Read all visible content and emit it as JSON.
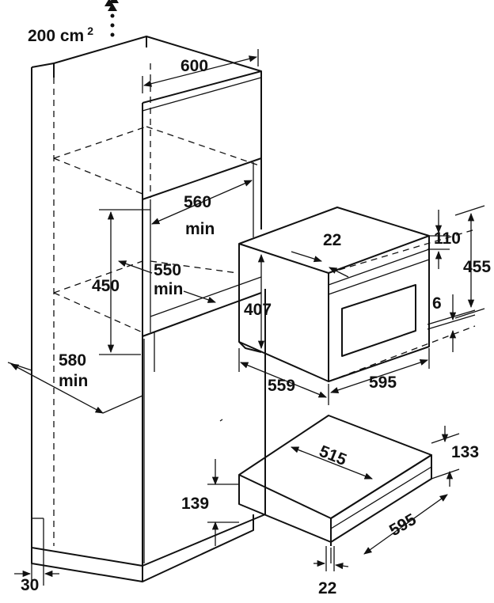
{
  "diagram": {
    "ventilation": {
      "value": "200 cm",
      "superscript": "2"
    },
    "cabinet": {
      "width": "600",
      "niche_height": {
        "value": "560",
        "unit": "min"
      },
      "niche_depth": {
        "value": "550",
        "unit": "min"
      },
      "niche_range": "450",
      "cabinet_depth": {
        "value": "580",
        "unit": "min"
      },
      "plinth_offset": "30"
    },
    "oven": {
      "top_gap": "22",
      "panel_height": "110",
      "total_height": "455",
      "bottom_gap": "6",
      "body_height": "407",
      "body_depth": "559",
      "width": "595"
    },
    "drawer": {
      "depth": "515",
      "front_height": "133",
      "body_height": "139",
      "width": "595",
      "front_thickness": "22"
    }
  }
}
